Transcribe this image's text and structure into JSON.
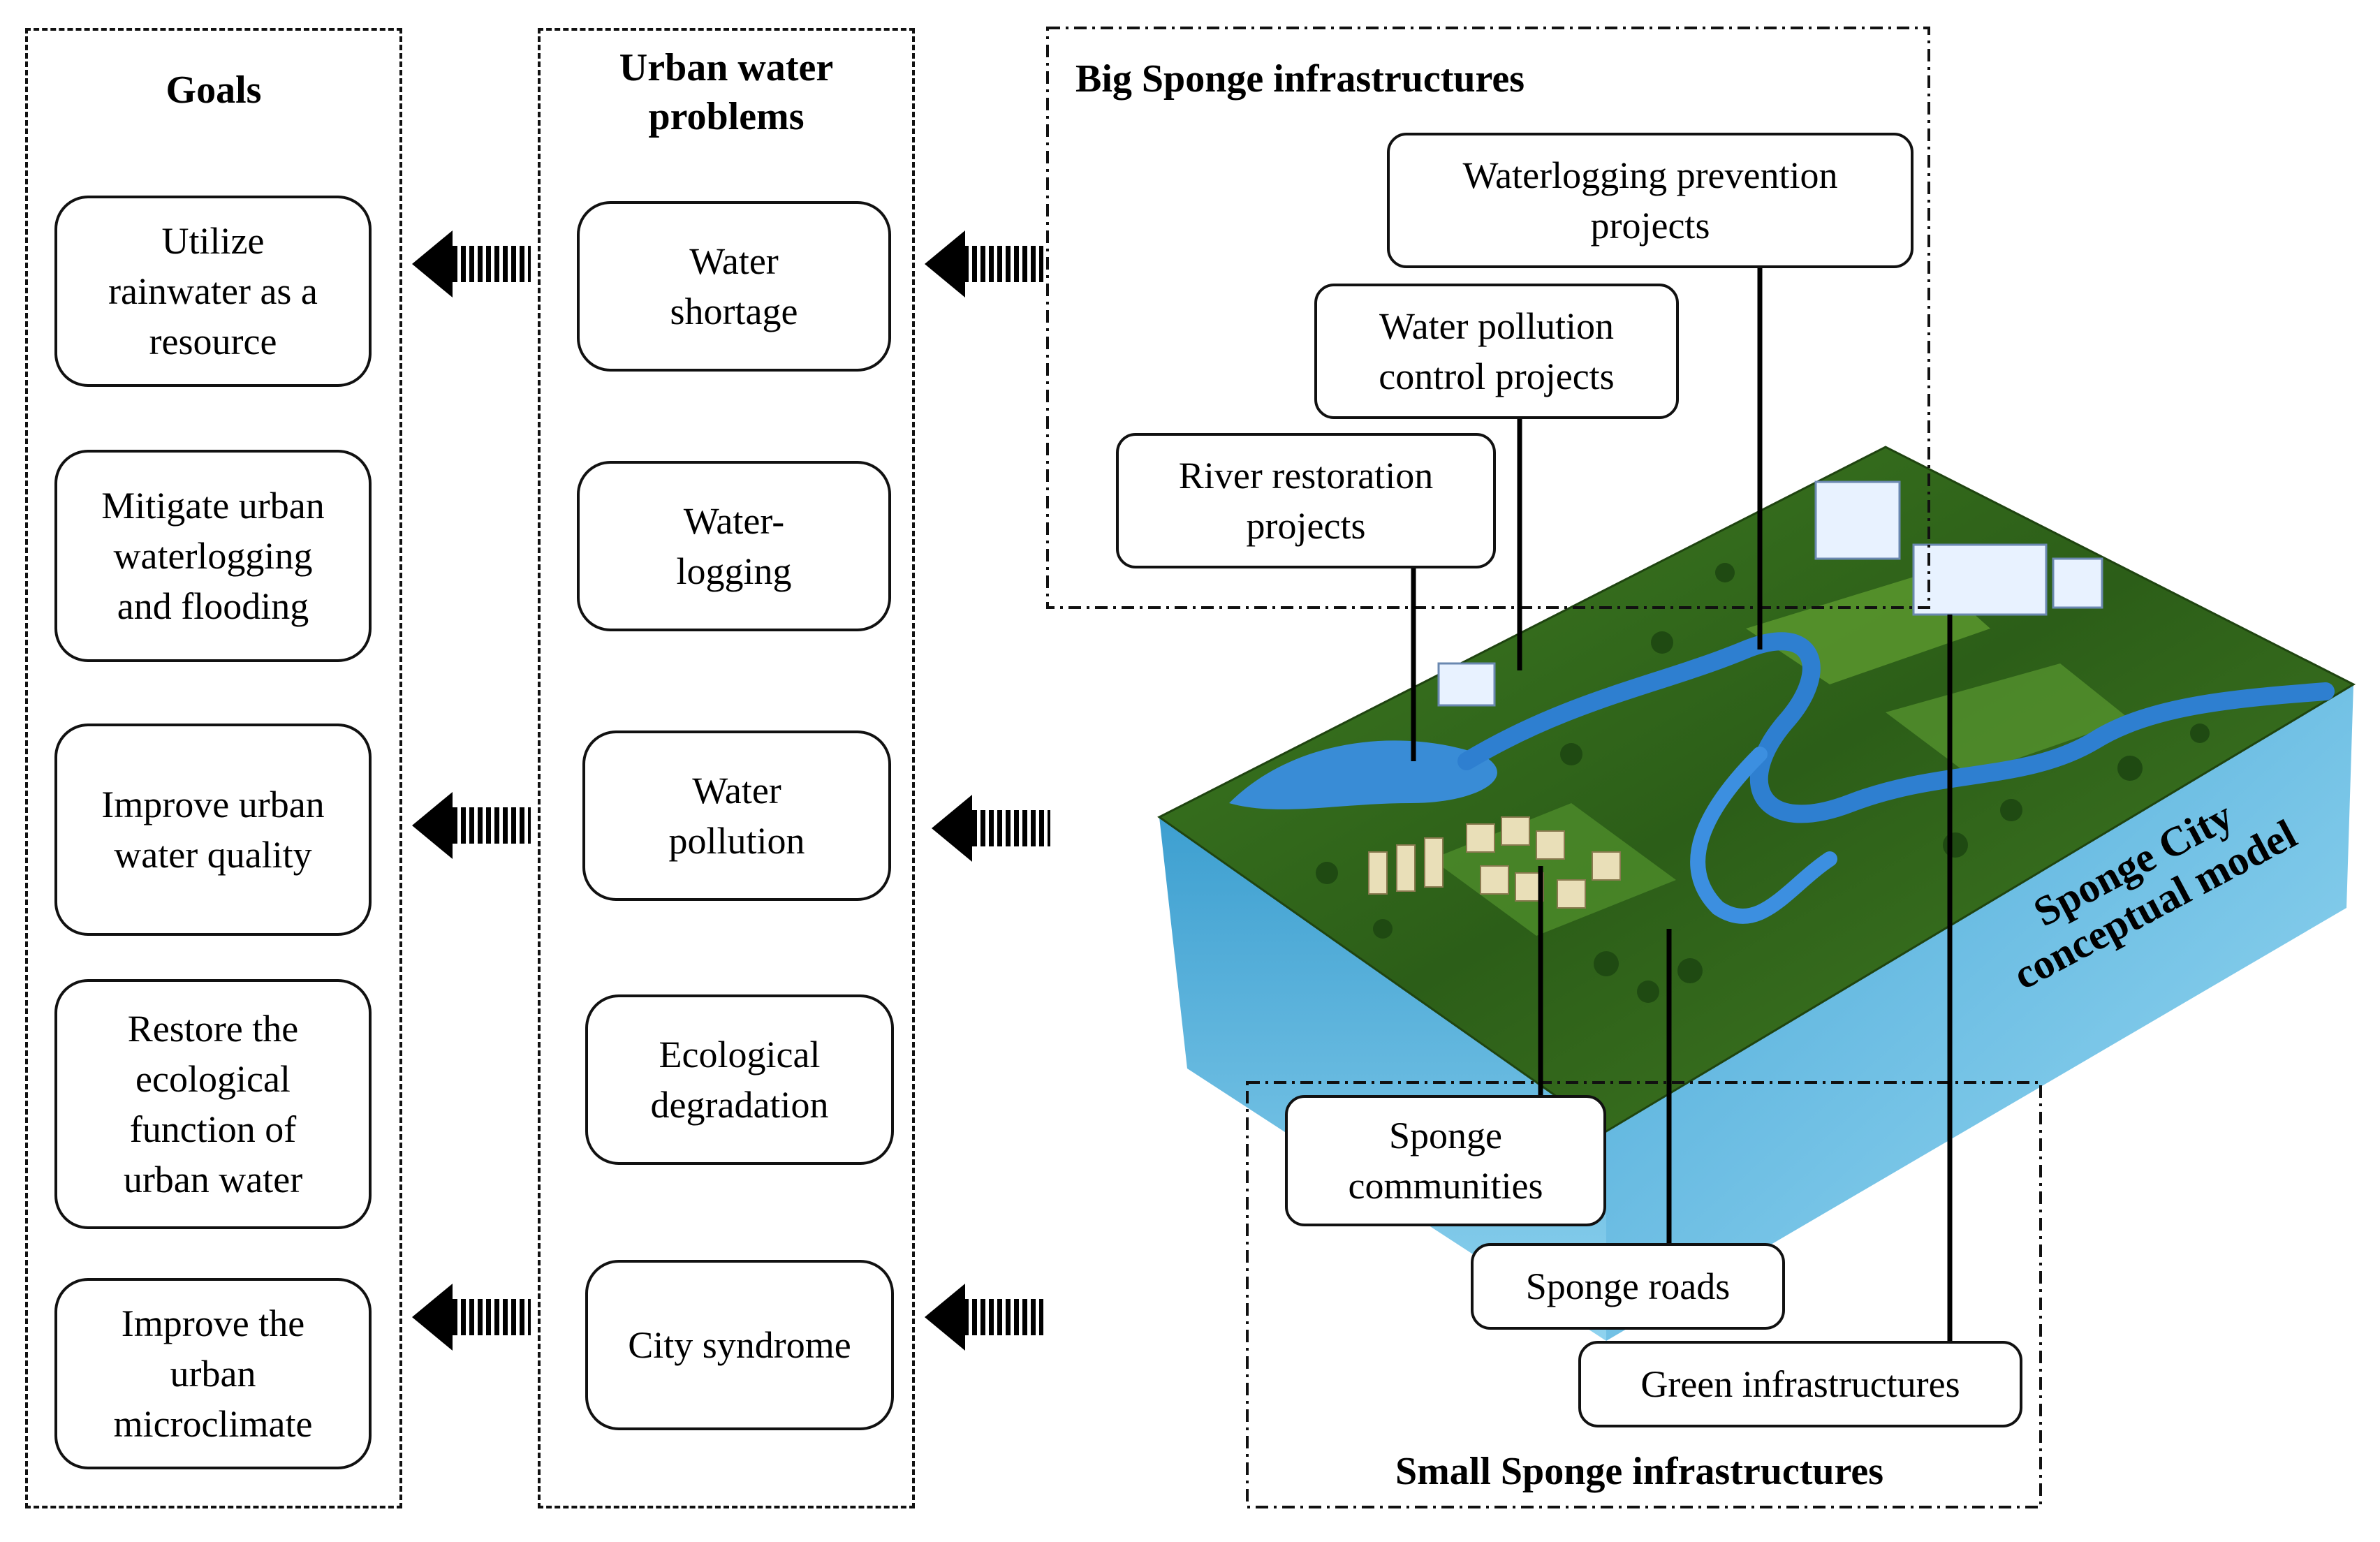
{
  "goals": {
    "title": "Goals",
    "items": [
      "Utilize\nrainwater as a\nresource",
      "Mitigate urban\nwaterlogging\nand flooding",
      "Improve urban\nwater quality",
      "Restore the\necological\nfunction of\nurban water",
      "Improve the\nurban\nmicroclimate"
    ]
  },
  "problems": {
    "title": "Urban water\nproblems",
    "items": [
      "Water\nshortage",
      "Water-\nlogging",
      "Water\npollution",
      "Ecological\ndegradation",
      "City syndrome"
    ]
  },
  "big_sponge": {
    "title": "Big Sponge infrastructures",
    "items": [
      "Waterlogging prevention\nprojects",
      "Water pollution\ncontrol projects",
      "River restoration\nprojects"
    ]
  },
  "small_sponge": {
    "title": "Small Sponge infrastructures",
    "items": [
      "Sponge\ncommunities",
      "Sponge roads",
      "Green infrastructures"
    ]
  },
  "model_label": "Sponge City\nconceptual model",
  "colors": {
    "water_side": "#5fb8dc",
    "water_side_dark": "#2f86b8",
    "land_top": "#2f6b1f",
    "river": "#2e7fd0",
    "lake": "#3a8ee0"
  }
}
